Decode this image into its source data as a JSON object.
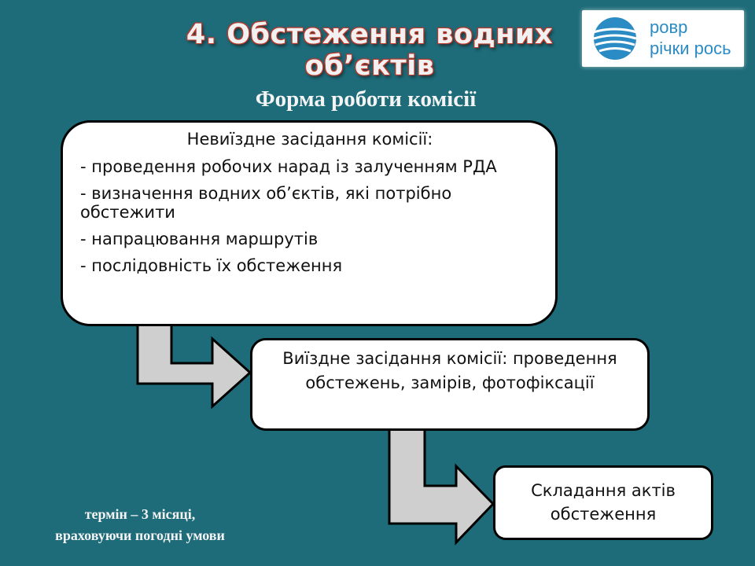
{
  "header": {
    "title": "4. Обстеження водних об’єктів",
    "logo": {
      "line1": "ровр",
      "line2": "річки рось"
    }
  },
  "subtitle": "Форма роботи комісії",
  "steps": {
    "first": {
      "heading": "Невиїздне засідання комісії:",
      "items": [
        "- проведення робочих нарад із залученням РДА",
        "- визначення водних об’єктів, які потрібно обстежити",
        "- напрацювання маршрутів",
        "- послідовність їх обстеження"
      ]
    },
    "second": "Виїздне засідання комісії: проведення обстежень, замірів, фотофіксації",
    "third": "Складання актів обстеження"
  },
  "note": {
    "line1": "термін – 3 місяці,",
    "line2": "враховуючи погодні умови"
  },
  "colors": {
    "background": "#1e6b79",
    "box_fill": "#ffffff",
    "arrow_fill": "#cfcfcf",
    "title_outline": "#c0392b",
    "logo_blue": "#2b8bc4"
  }
}
